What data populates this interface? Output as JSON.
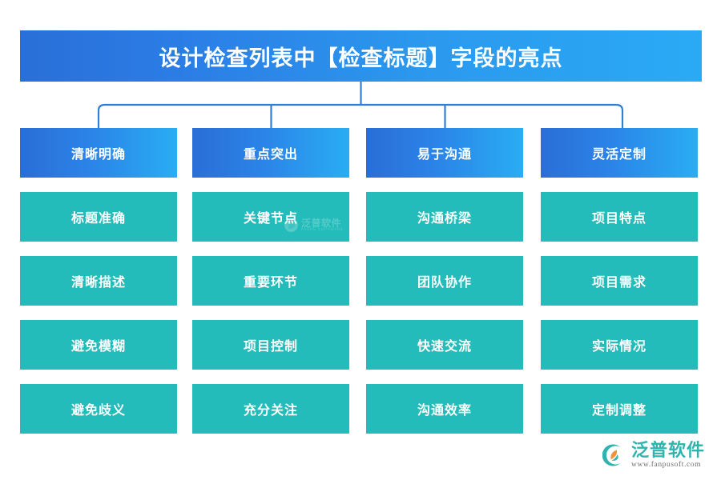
{
  "title": {
    "text": "设计检查列表中【检查标题】字段的亮点"
  },
  "colors": {
    "title_gradient_start": "#2a6fd8",
    "title_gradient_end": "#2aaaf5",
    "header_gradient_start": "#2a6ed6",
    "header_gradient_end": "#29adf3",
    "item_teal": "#24bcba",
    "connector_line": "#2f7fd8",
    "brand_teal": "#2fb3ae",
    "brand_orange": "#f0933b"
  },
  "columns": [
    {
      "header": "清晰明确",
      "items": [
        "标题准确",
        "清晰描述",
        "避免模糊",
        "避免歧义"
      ]
    },
    {
      "header": "重点突出",
      "items": [
        "关键节点",
        "重要环节",
        "项目控制",
        "充分关注"
      ]
    },
    {
      "header": "易于沟通",
      "items": [
        "沟通桥梁",
        "团队协作",
        "快速交流",
        "沟通效率"
      ]
    },
    {
      "header": "灵活定制",
      "items": [
        "项目特点",
        "项目需求",
        "实际情况",
        "定制调整"
      ]
    }
  ],
  "watermark": {
    "cn": "泛普软件",
    "en": "FANPU SOFTWARE"
  },
  "brand": {
    "name": "泛普软件",
    "url": "www.fanpusoft.com"
  }
}
